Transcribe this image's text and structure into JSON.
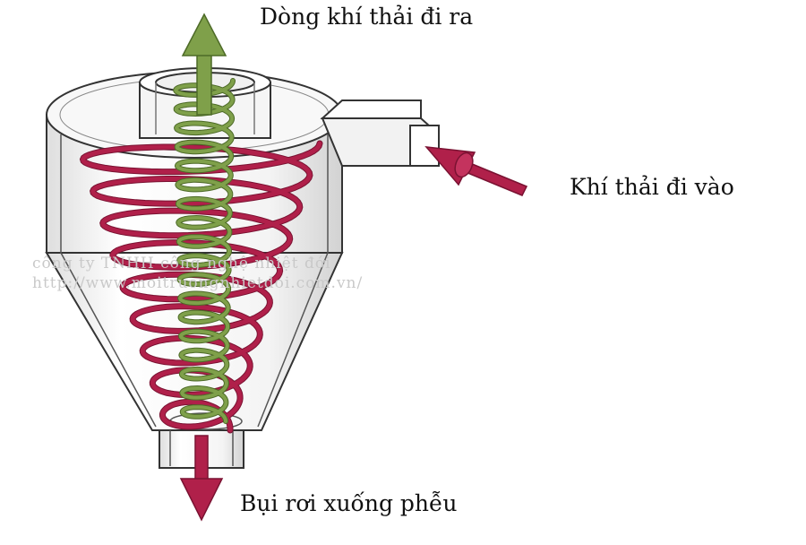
{
  "labels": {
    "gas_out": "Dòng khí thải đi ra",
    "gas_in": "Khí thải đi vào",
    "dust_down": "Bụi rơi xuống phễu"
  },
  "watermark": {
    "line1": "công ty TNHH công nghệ nhiệt đới",
    "line2": "http://www.moitruongnhietdoi.com.vn/"
  },
  "colors": {
    "outer_vortex": "#b0204a",
    "inner_vortex": "#7fa04a",
    "outline": "#333333"
  }
}
